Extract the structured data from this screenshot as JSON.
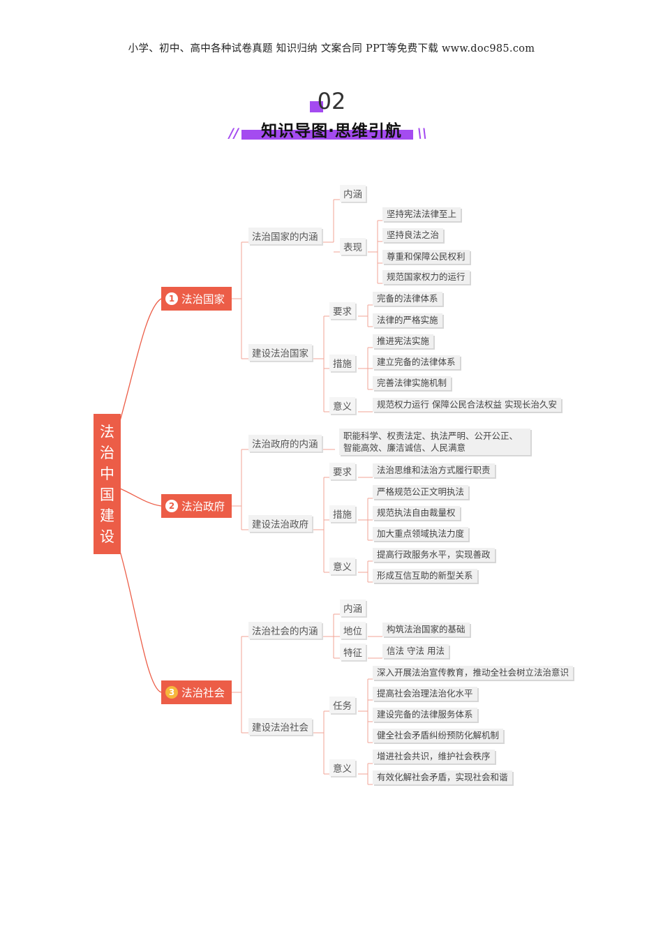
{
  "header": {
    "text": "小学、初中、高中各种试卷真题  知识归纳  文案合同  PPT等免费下载      www.doc985.com"
  },
  "section": {
    "number": "02",
    "title": "知识导图·思维引航",
    "slash_left": "//",
    "slash_right": "\\\\"
  },
  "colors": {
    "accent_purple": "#a44bf0",
    "node_red": "#ec5d47",
    "badge_gold": "#f6b73c"
  },
  "mindmap": {
    "root": {
      "chars": [
        "法",
        "治",
        "中",
        "国",
        "建",
        "设"
      ]
    },
    "branches": [
      {
        "index": "1",
        "label": "法治国家",
        "sub1": {
          "label": "法治国家的内涵",
          "neihan": "内涵",
          "biaoxian": "表现",
          "leaves": [
            "坚持宪法法律至上",
            "坚持良法之治",
            "尊重和保障公民权利",
            "规范国家权力的运行"
          ]
        },
        "sub2": {
          "label": "建设法治国家",
          "yaoqiu": "要求",
          "yaoqiu_leaves": [
            "完备的法律体系",
            "法律的严格实施"
          ],
          "cuoshi": "措施",
          "cuoshi_leaves": [
            "推进宪法实施",
            "建立完备的法律体系",
            "完善法律实施机制"
          ],
          "yiyi": "意义",
          "yiyi_leaves": [
            "规范权力运行 保障公民合法权益 实现长治久安"
          ]
        }
      },
      {
        "index": "2",
        "label": "法治政府",
        "sub1": {
          "label": "法治政府的内涵",
          "text": "职能科学、权责法定、执法严明、公开公正、智能高效、廉洁诚信、人民满意"
        },
        "sub2": {
          "label": "建设法治政府",
          "yaoqiu": "要求",
          "yaoqiu_leaves": [
            "法治思维和法治方式履行职责"
          ],
          "cuoshi": "措施",
          "cuoshi_leaves": [
            "严格规范公正文明执法",
            "规范执法自由裁量权",
            "加大重点领域执法力度"
          ],
          "yiyi": "意义",
          "yiyi_leaves": [
            "提高行政服务水平，实现善政",
            "形成互信互助的新型关系"
          ]
        }
      },
      {
        "index": "3",
        "label": "法治社会",
        "sub1": {
          "label": "法治社会的内涵",
          "neihan": "内涵",
          "diwei": "地位",
          "diwei_leaf": "构筑法治国家的基础",
          "tezheng": "特征",
          "tezheng_leaf": "信法 守法 用法"
        },
        "sub2": {
          "label": "建设法治社会",
          "renwu": "任务",
          "renwu_leaves": [
            "深入开展法治宣传教育，推动全社会树立法治意识",
            "提高社会治理法治化水平",
            "建设完备的法律服务体系",
            "健全社会矛盾纠纷预防化解机制"
          ],
          "yiyi": "意义",
          "yiyi_leaves": [
            "增进社会共识，维护社会秩序",
            "有效化解社会矛盾，实现社会和谐"
          ]
        }
      }
    ]
  }
}
